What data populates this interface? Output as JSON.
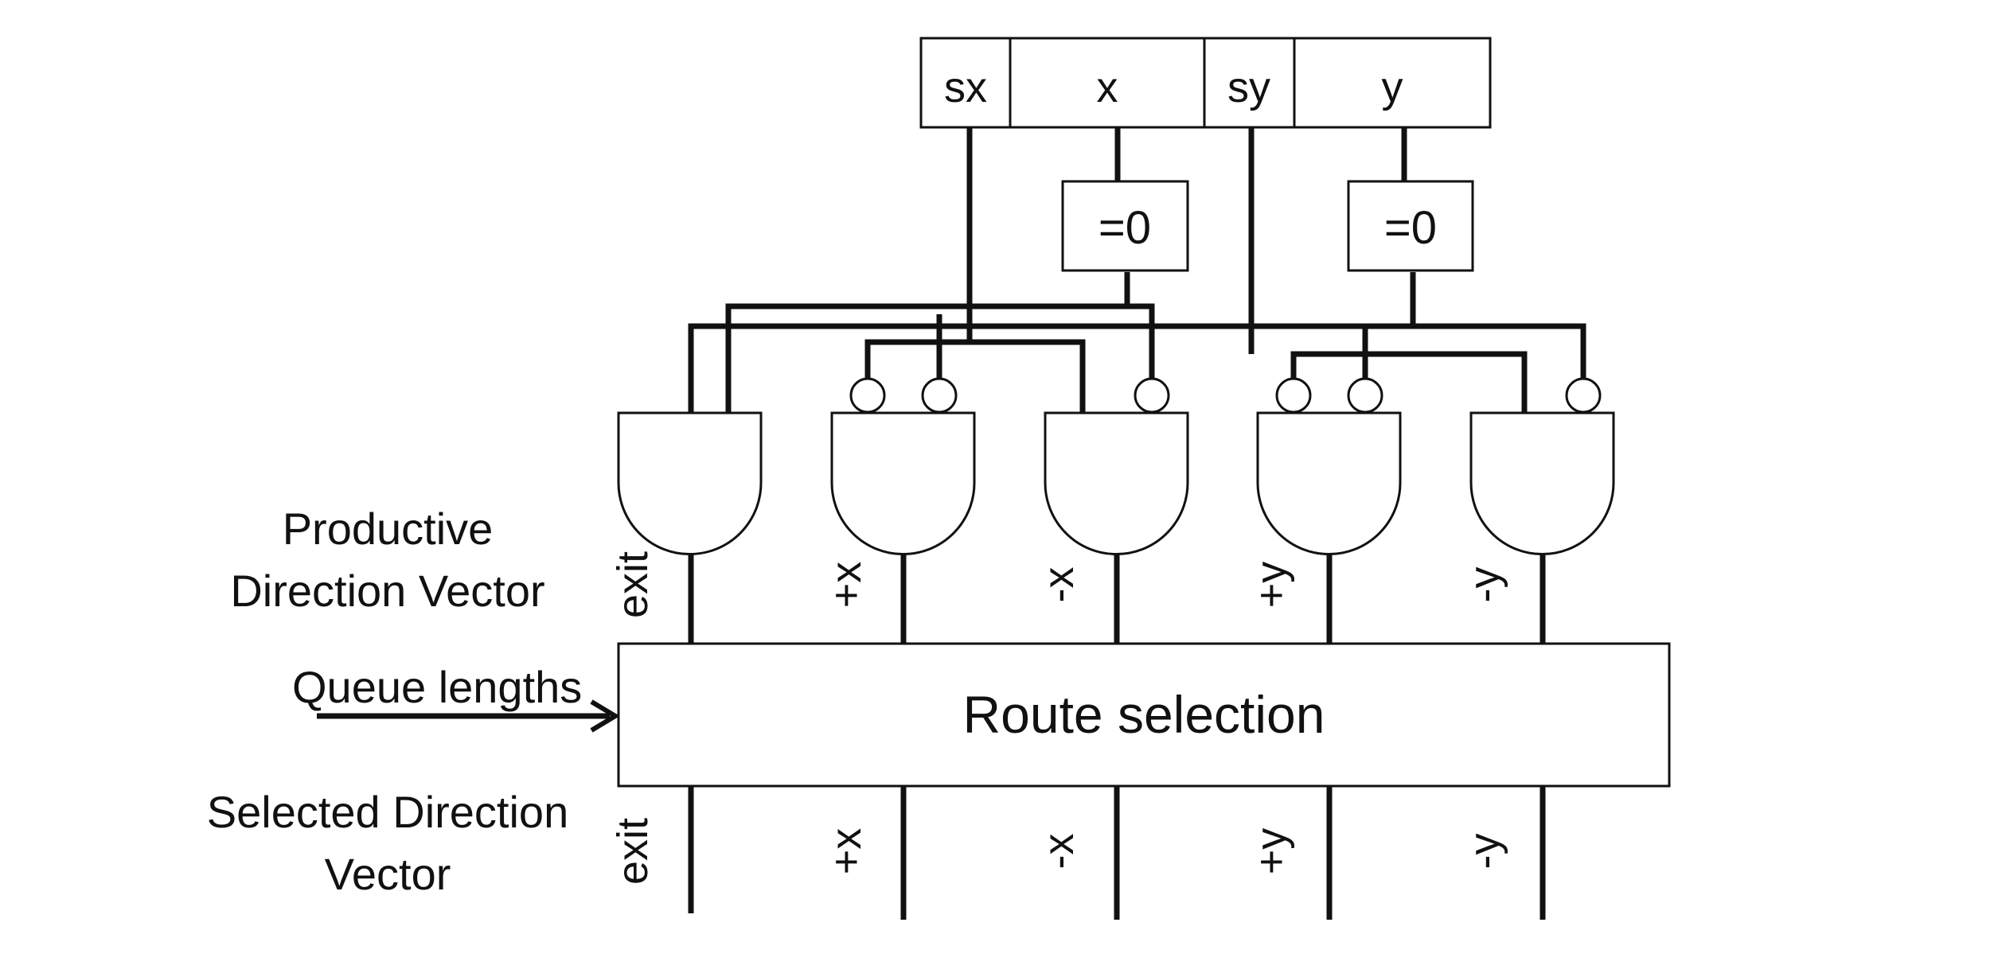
{
  "register": {
    "sx": "sx",
    "x": "x",
    "sy": "sy",
    "y": "y"
  },
  "zero_detectors": {
    "x_label": "=0",
    "y_label": "=0"
  },
  "productive_label": {
    "line1": "Productive",
    "line2": "Direction Vector"
  },
  "productive_outputs": [
    "exit",
    "+x",
    "-x",
    "+y",
    "-y"
  ],
  "queue_label": "Queue lengths",
  "route_selection": "Route selection",
  "selected_label": {
    "line1": "Selected Direction",
    "line2": "Vector"
  },
  "selected_outputs": [
    "exit",
    "+x",
    "-x",
    "+y",
    "-y"
  ]
}
